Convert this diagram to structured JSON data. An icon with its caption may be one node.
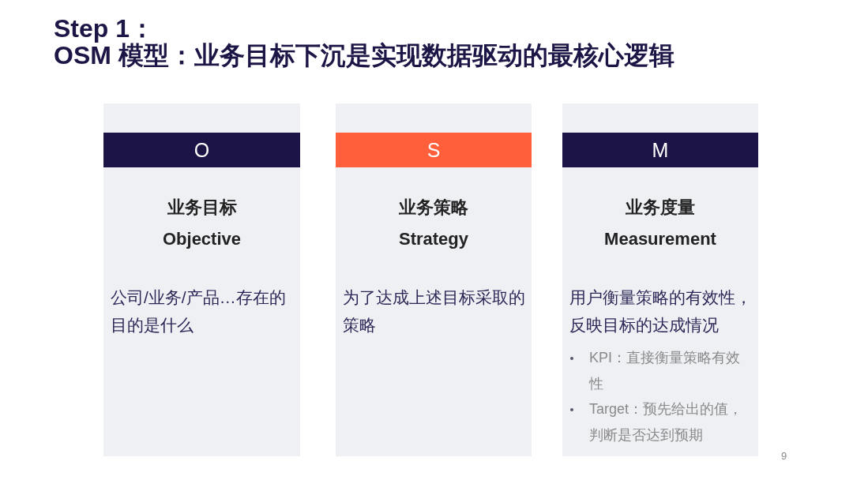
{
  "diagram": {
    "title": "Step 1： OSM 模型：业务目标下沉是实现数据驱动的最核心逻辑",
    "nodes": [
      {
        "text": [
          "业务目标",
          "Objective",
          "公司/业务/产品…存在的目的是什么"
        ]
      },
      {
        "text": [
          "O"
        ],
        "in": 0
      },
      {
        "text": [
          "业务策略",
          "Strategy",
          "为了达成上述目标采取的策略"
        ]
      },
      {
        "text": [
          "S"
        ],
        "in": 2
      },
      {
        "text": [
          "业务度量",
          "Measurement",
          "用户衡量策略的有效性，反映目标的达成情况",
          "KPI：直接衡量策略有效性",
          "Target：预先给出的值，判断是否达到预期"
        ]
      },
      {
        "text": [
          "M"
        ],
        "in": 4
      }
    ],
    "labels": [
      "9"
    ]
  }
}
